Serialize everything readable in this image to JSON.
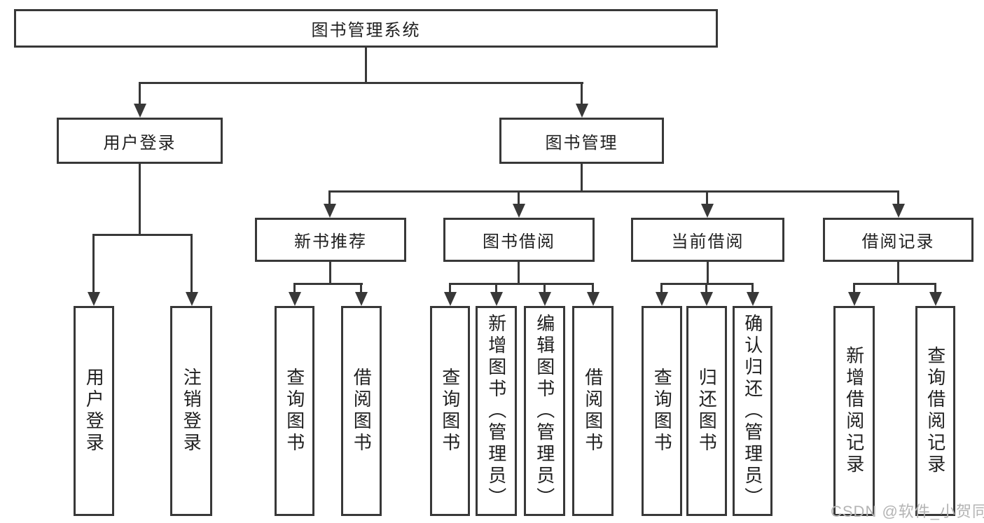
{
  "diagram_title": "图书管理系统",
  "nodes": {
    "root": {
      "label": "图书管理系统"
    },
    "user_login": {
      "label": "用户登录"
    },
    "book_management": {
      "label": "图书管理"
    },
    "new_book_recommend": {
      "label": "新书推荐"
    },
    "book_borrow": {
      "label": "图书借阅"
    },
    "current_borrow": {
      "label": "当前借阅"
    },
    "borrow_records": {
      "label": "借阅记录"
    },
    "leaf_user_login": {
      "label": "用户登录"
    },
    "leaf_logout": {
      "label": "注销登录"
    },
    "leaf_query_book_a": {
      "label": "查询图书"
    },
    "leaf_borrow_book_a": {
      "label": "借阅图书"
    },
    "leaf_query_book_b": {
      "label": "查询图书"
    },
    "leaf_add_book": {
      "label": "新增图书（管理员）"
    },
    "leaf_edit_book": {
      "label": "编辑图书（管理员）"
    },
    "leaf_borrow_book_b": {
      "label": "借阅图书"
    },
    "leaf_query_book_c": {
      "label": "查询图书"
    },
    "leaf_return_book": {
      "label": "归还图书"
    },
    "leaf_confirm_return": {
      "label": "确认归还（管理员）"
    },
    "leaf_add_borrow_record": {
      "label": "新增借阅记录"
    },
    "leaf_query_borrow_record": {
      "label": "查询借阅记录"
    }
  },
  "hierarchy": {
    "图书管理系统": {
      "用户登录": [
        "用户登录",
        "注销登录"
      ],
      "图书管理": {
        "新书推荐": [
          "查询图书",
          "借阅图书"
        ],
        "图书借阅": [
          "查询图书",
          "新增图书（管理员）",
          "编辑图书（管理员）",
          "借阅图书"
        ],
        "当前借阅": [
          "查询图书",
          "归还图书",
          "确认归还（管理员）"
        ],
        "借阅记录": [
          "新增借阅记录",
          "查询借阅记录"
        ]
      }
    }
  },
  "watermark": {
    "text": "CSDN @软件_小贺同学"
  },
  "colors": {
    "line": "#383838",
    "text": "#1f1f1f",
    "watermark": "#b4b4b4",
    "background": "#ffffff"
  }
}
